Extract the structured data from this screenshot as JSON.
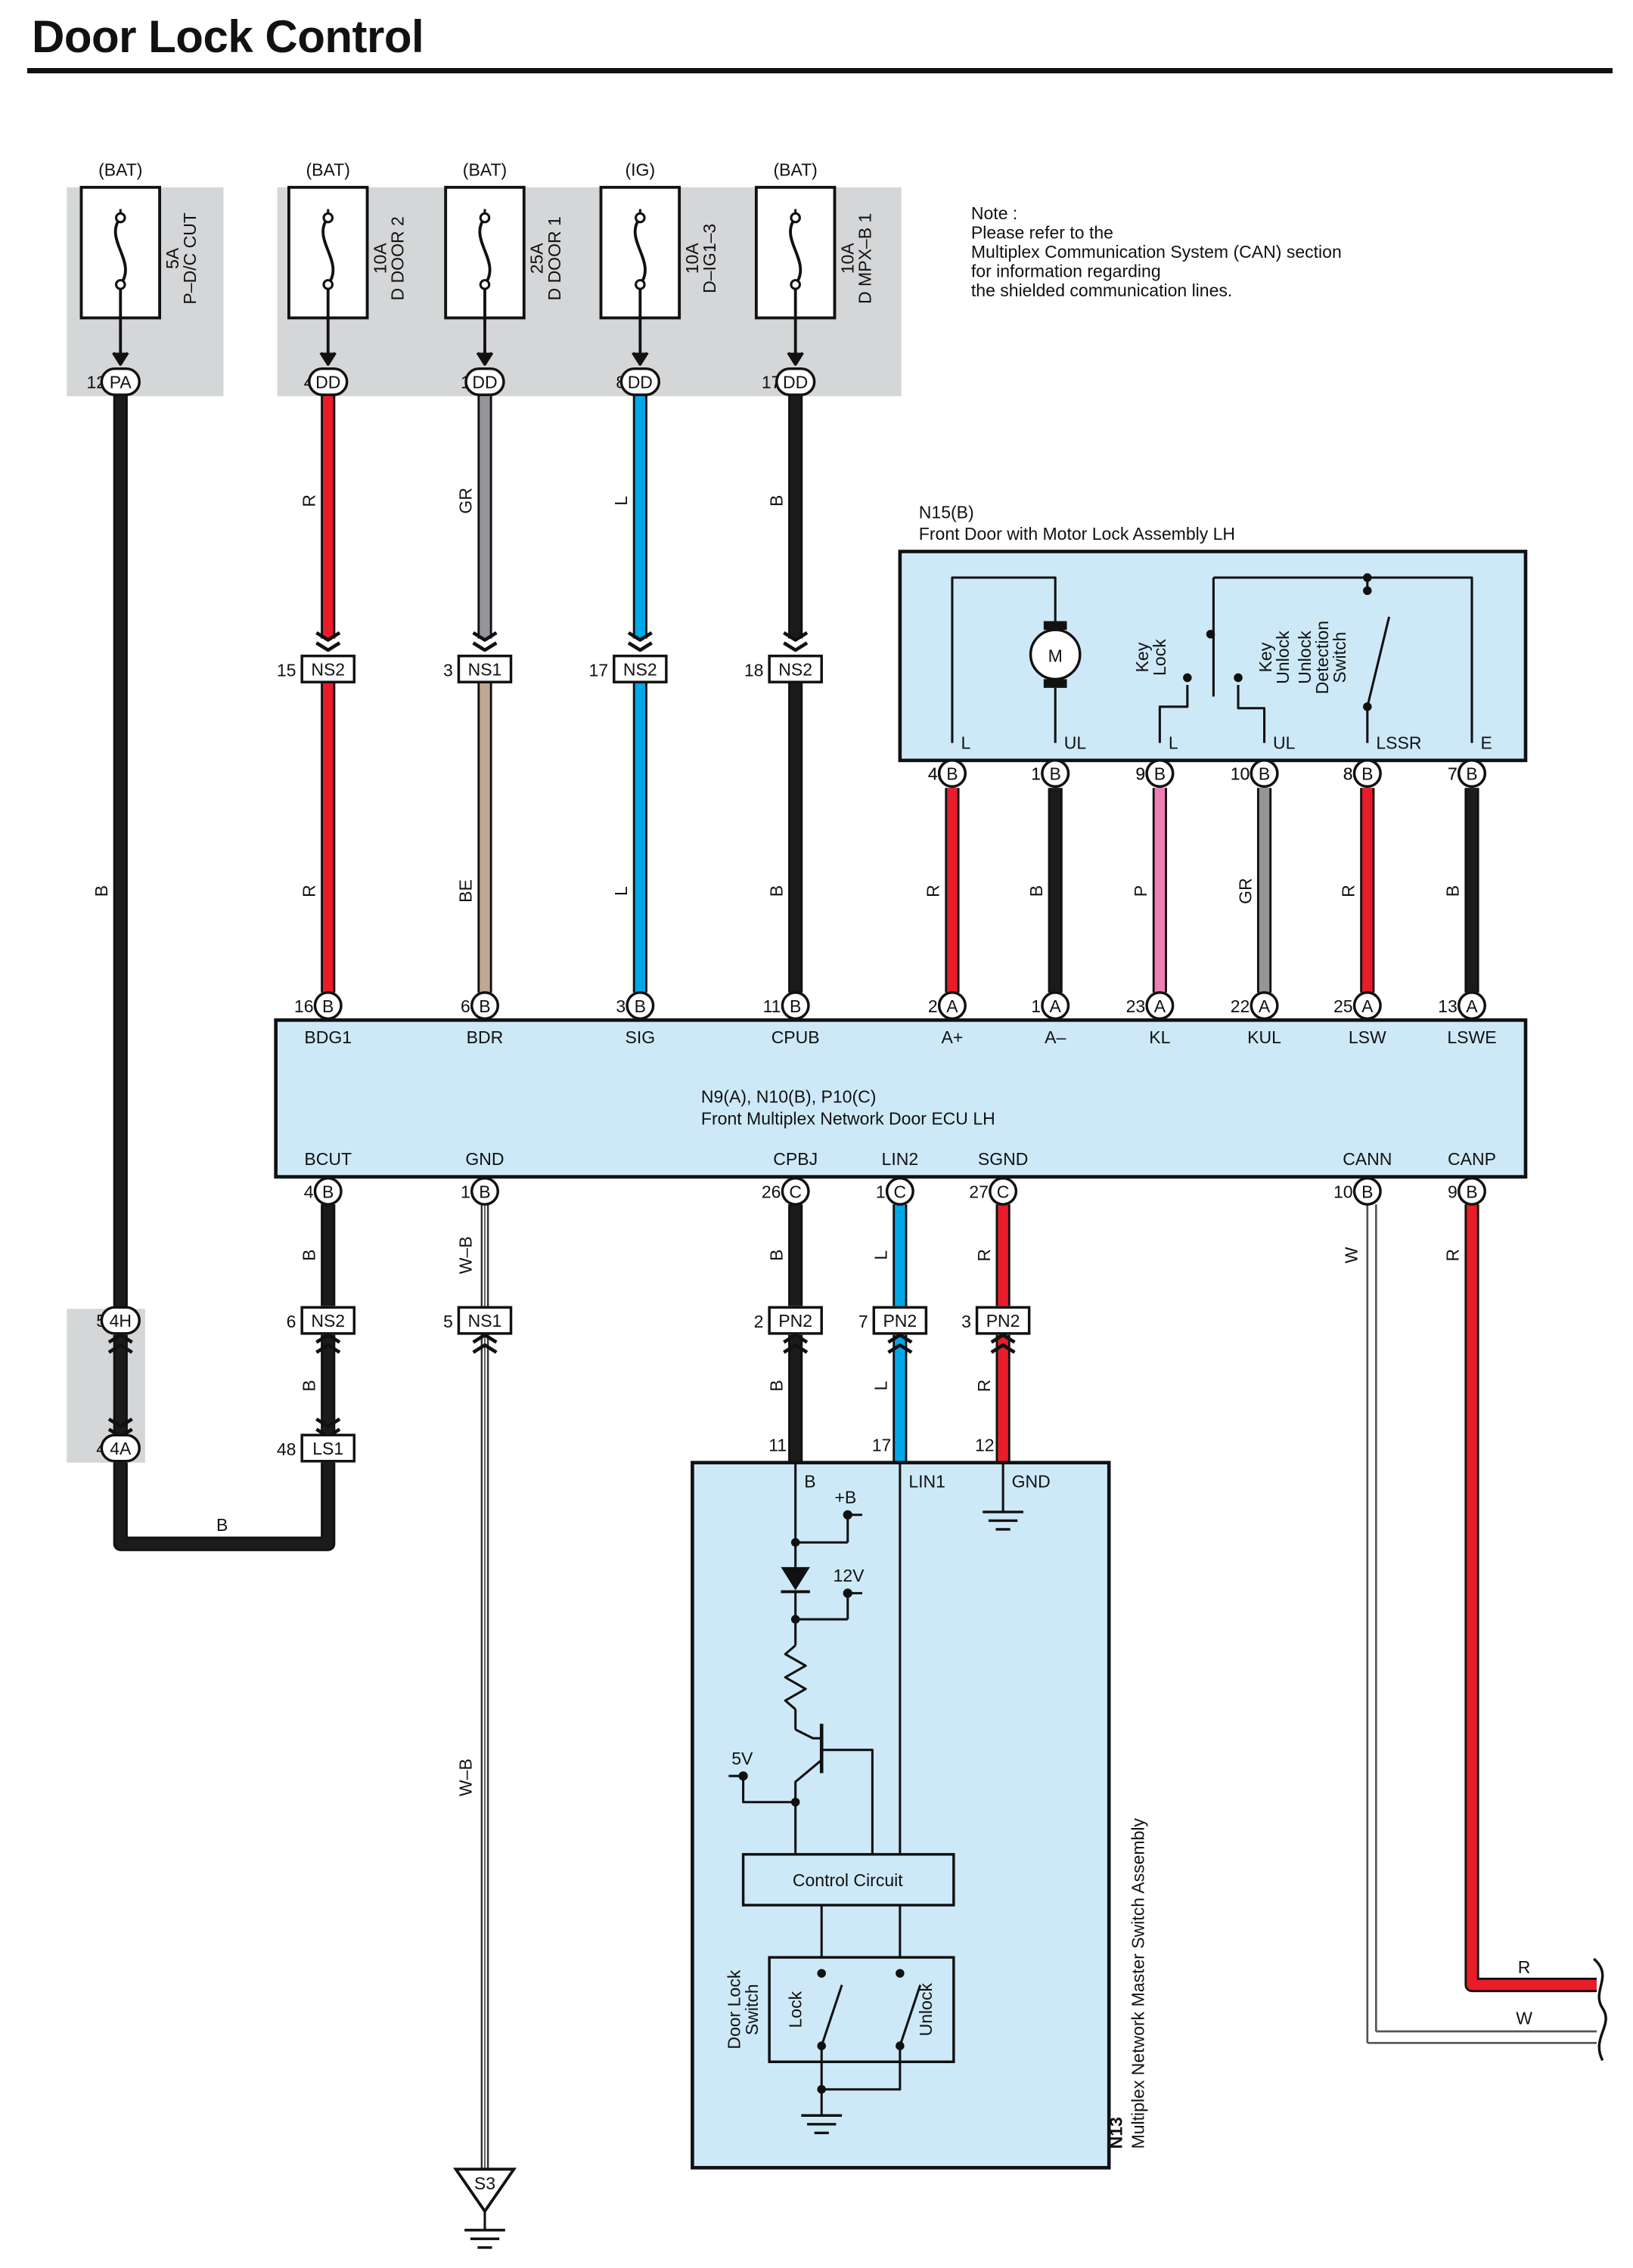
{
  "title": "Door Lock Control",
  "note": [
    "Note :",
    "Please refer to the",
    "Multiplex Communication System (CAN) section",
    "for information regarding",
    "the shielded communication lines."
  ],
  "colors": {
    "R": "#e91d2a",
    "B": "#1b1b1b",
    "GR": "#939598",
    "L": "#00a8e8",
    "BE": "#bfa992",
    "P": "#ef7eb5",
    "W": "#ffffff",
    "W-B": "#ffffff",
    "panel": "#d5d6d8",
    "component": "#cde9f8"
  },
  "fuses": [
    {
      "source": "(BAT)",
      "rating": "5A",
      "name": "P–D/C CUT",
      "pin": "12",
      "connector": "PA"
    },
    {
      "source": "(BAT)",
      "rating": "10A",
      "name": "D DOOR 2",
      "pin": "4",
      "connector": "DD"
    },
    {
      "source": "(BAT)",
      "rating": "25A",
      "name": "D DOOR 1",
      "pin": "1",
      "connector": "DD"
    },
    {
      "source": "(IG)",
      "rating": "10A",
      "name": "D–IG1–3",
      "pin": "8",
      "connector": "DD"
    },
    {
      "source": "(BAT)",
      "rating": "10A",
      "name": "D MPX–B 1",
      "pin": "17",
      "connector": "DD"
    }
  ],
  "motor_assembly": {
    "code": "N15(B)",
    "name": "Front Door with Motor Lock Assembly LH",
    "motor_label": "M",
    "key_lock_label": [
      "Key",
      "Lock"
    ],
    "key_unlock_label": [
      "Key",
      "Unlock"
    ],
    "detection_label": [
      "Unlock",
      "Detection",
      "Switch"
    ],
    "terminals": [
      {
        "label": "L",
        "pin": "4",
        "conn": "B",
        "wire": "R"
      },
      {
        "label": "UL",
        "pin": "1",
        "conn": "B",
        "wire": "B"
      },
      {
        "label": "L",
        "pin": "9",
        "conn": "B",
        "wire": "P"
      },
      {
        "label": "UL",
        "pin": "10",
        "conn": "B",
        "wire": "GR"
      },
      {
        "label": "LSSR",
        "pin": "8",
        "conn": "B",
        "wire": "R"
      },
      {
        "label": "E",
        "pin": "7",
        "conn": "B",
        "wire": "B"
      }
    ]
  },
  "ecu": {
    "code": "N9(A), N10(B), P10(C)",
    "name": "Front Multiplex Network Door ECU LH",
    "top_terminals": [
      {
        "label": "BDG1",
        "pin": "16",
        "conn": "B"
      },
      {
        "label": "BDR",
        "pin": "6",
        "conn": "B"
      },
      {
        "label": "SIG",
        "pin": "3",
        "conn": "B"
      },
      {
        "label": "CPUB",
        "pin": "11",
        "conn": "B"
      },
      {
        "label": "A+",
        "pin": "2",
        "conn": "A"
      },
      {
        "label": "A–",
        "pin": "1",
        "conn": "A"
      },
      {
        "label": "KL",
        "pin": "23",
        "conn": "A"
      },
      {
        "label": "KUL",
        "pin": "22",
        "conn": "A"
      },
      {
        "label": "LSW",
        "pin": "25",
        "conn": "A"
      },
      {
        "label": "LSWE",
        "pin": "13",
        "conn": "A"
      }
    ],
    "bottom_terminals": [
      {
        "label": "BCUT",
        "pin": "4",
        "conn": "B"
      },
      {
        "label": "GND",
        "pin": "1",
        "conn": "B"
      },
      {
        "label": "CPBJ",
        "pin": "26",
        "conn": "C"
      },
      {
        "label": "LIN2",
        "pin": "1",
        "conn": "C"
      },
      {
        "label": "SGND",
        "pin": "27",
        "conn": "C"
      },
      {
        "label": "CANN",
        "pin": "10",
        "conn": "B"
      },
      {
        "label": "CANP",
        "pin": "9",
        "conn": "B"
      }
    ]
  },
  "junctions": {
    "upper": [
      {
        "pin": "15",
        "name": "NS2"
      },
      {
        "pin": "3",
        "name": "NS1"
      },
      {
        "pin": "17",
        "name": "NS2"
      },
      {
        "pin": "18",
        "name": "NS2"
      }
    ],
    "lower": [
      {
        "pin": "6",
        "name": "NS2"
      },
      {
        "pin": "5",
        "name": "NS1"
      },
      {
        "pin": "2",
        "name": "PN2"
      },
      {
        "pin": "7",
        "name": "PN2"
      },
      {
        "pin": "3",
        "name": "PN2"
      }
    ],
    "ls1": {
      "pin": "48",
      "name": "LS1"
    },
    "c4h": {
      "pin": "5",
      "name": "4H"
    },
    "c4a": {
      "pin": "4",
      "name": "4A"
    }
  },
  "wires": {
    "fuse_upper": [
      "R",
      "GR",
      "L",
      "B"
    ],
    "fuse_lower": [
      "R",
      "BE",
      "L",
      "B"
    ],
    "pa_wire": "B",
    "bcut_wire": "B",
    "gnd_wire": "W–B",
    "cpbj_wire": "B",
    "lin_wire": "L",
    "sgnd_wire": "R",
    "cann_wire": "W",
    "canp_wire": "R",
    "bottom_b": "B",
    "can_r": "R",
    "can_w": "W"
  },
  "master_switch": {
    "code": "N13",
    "name": "Multiplex Network Master Switch Assembly",
    "pins": [
      {
        "pin": "11",
        "label": "B"
      },
      {
        "pin": "17",
        "label": "LIN1"
      },
      {
        "pin": "12",
        "label": "GND"
      }
    ],
    "plus_b": "+B",
    "v12": "12V",
    "v5": "5V",
    "control_circuit": "Control Circuit",
    "switch_label": [
      "Door Lock",
      "Switch"
    ],
    "lock": "Lock",
    "unlock": "Unlock"
  },
  "ground_point": "S3"
}
